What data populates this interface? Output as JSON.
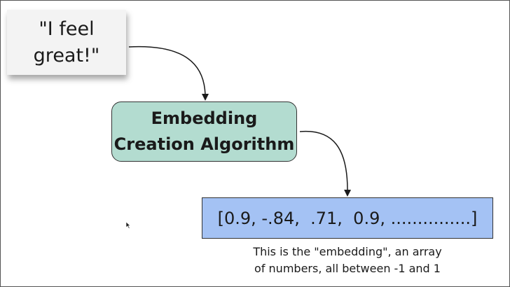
{
  "input_note": {
    "line1": "\"I feel",
    "line2": "great!\""
  },
  "algorithm": {
    "line1": "Embedding",
    "line2": "Creation Algorithm"
  },
  "embedding": {
    "values_text": "[0.9, -.84,  .71,  0.9, ...............]"
  },
  "caption": {
    "line1": "This is the \"embedding\", an array",
    "line2": "of numbers, all between -1 and 1"
  },
  "colors": {
    "note_bg": "#f3f3f3",
    "algorithm_bg": "#b3dcd0",
    "embedding_bg": "#a4c2f4"
  },
  "icons": {
    "cursor": "mouse-pointer-icon"
  }
}
